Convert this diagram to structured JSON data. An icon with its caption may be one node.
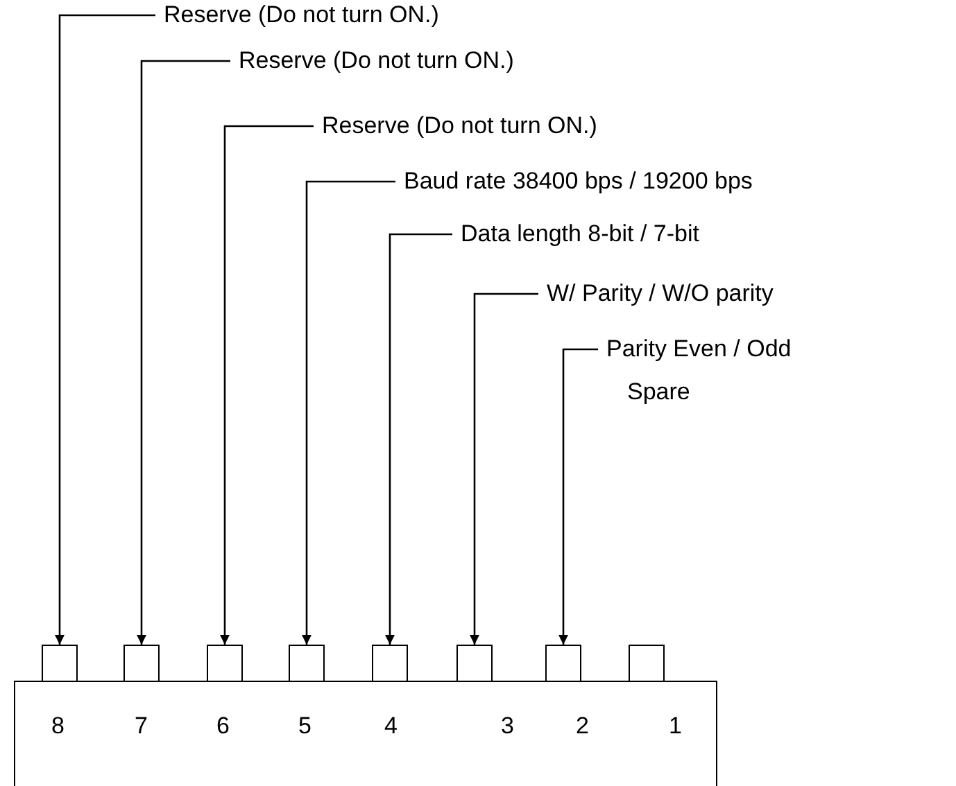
{
  "diagram": {
    "nodes": [
      {
        "text": [
          "Reserve (Do not turn ON.)"
        ]
      },
      {
        "text": [
          "Reserve (Do not turn ON.)"
        ]
      },
      {
        "text": [
          "Reserve (Do not turn ON.)"
        ]
      },
      {
        "text": [
          "Baud rate 38400 bps / 19200 bps"
        ]
      },
      {
        "text": [
          "Data length 8-bit / 7-bit"
        ]
      },
      {
        "text": [
          "W/ Parity / W/O parity"
        ]
      },
      {
        "text": [
          "Parity Even / Odd"
        ]
      },
      {
        "text": [],
        "shape": "box"
      },
      {
        "text": [],
        "shape": "box"
      },
      {
        "text": [],
        "shape": "box"
      },
      {
        "text": [],
        "shape": "box"
      },
      {
        "text": [],
        "shape": "box"
      },
      {
        "text": [],
        "shape": "box"
      },
      {
        "text": [],
        "shape": "box"
      },
      {
        "text": [],
        "shape": "box"
      },
      {
        "text": [
          "8",
          "7",
          "6",
          "5",
          "4",
          "3",
          "2",
          "1"
        ]
      }
    ],
    "edges": [
      {
        "from": 0,
        "to": 7,
        "arrow": "to"
      },
      {
        "from": 1,
        "to": 8,
        "arrow": "to"
      },
      {
        "from": 2,
        "to": 9,
        "arrow": "to"
      },
      {
        "from": 3,
        "to": 10,
        "arrow": "to"
      },
      {
        "from": 4,
        "to": 11,
        "arrow": "to"
      },
      {
        "from": 5,
        "to": 12,
        "arrow": "to"
      },
      {
        "from": 6,
        "to": 13,
        "arrow": "to"
      }
    ],
    "labels": [
      "Spare"
    ]
  }
}
